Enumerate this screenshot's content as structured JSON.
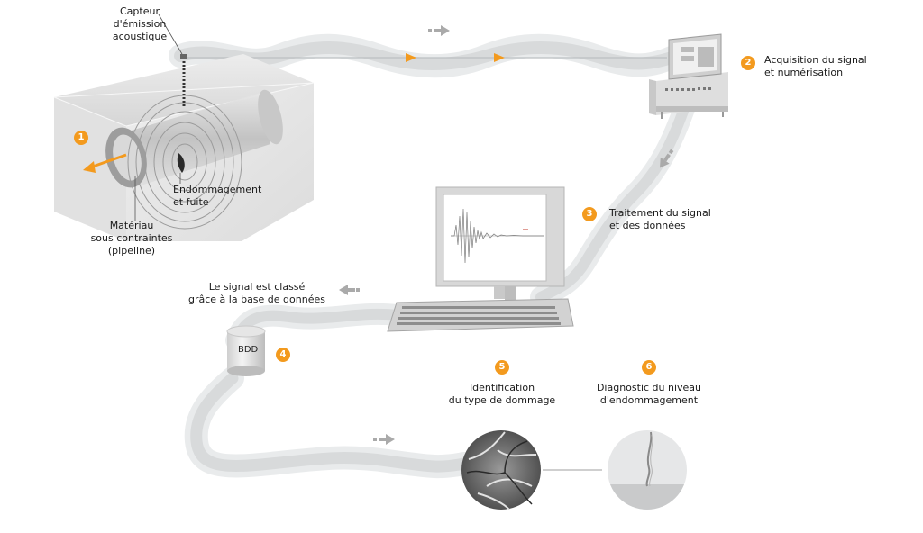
{
  "labels": {
    "sensor": "Capteur\nd'émission\nacoustique",
    "material": "Matériau\nsous contraintes\n(pipeline)",
    "damage": "Endommagement\net fuite",
    "acquisition": "Acquisition du signal\net numérisation",
    "processing": "Traitement du signal\net des données",
    "classification": "Le signal est classé\ngrâce à la base de données",
    "database": "BDD",
    "identification": "Identification\ndu type de dommage",
    "diagnosis": "Diagnostic du niveau\nd'endommagement"
  },
  "steps": [
    "1",
    "2",
    "3",
    "4",
    "5",
    "6"
  ],
  "colors": {
    "accent": "#f39a1e",
    "flow": "#d9dbdc",
    "flow_edge": "#eceeef",
    "line": "#8a8d8f",
    "text": "#1a1a1a"
  }
}
